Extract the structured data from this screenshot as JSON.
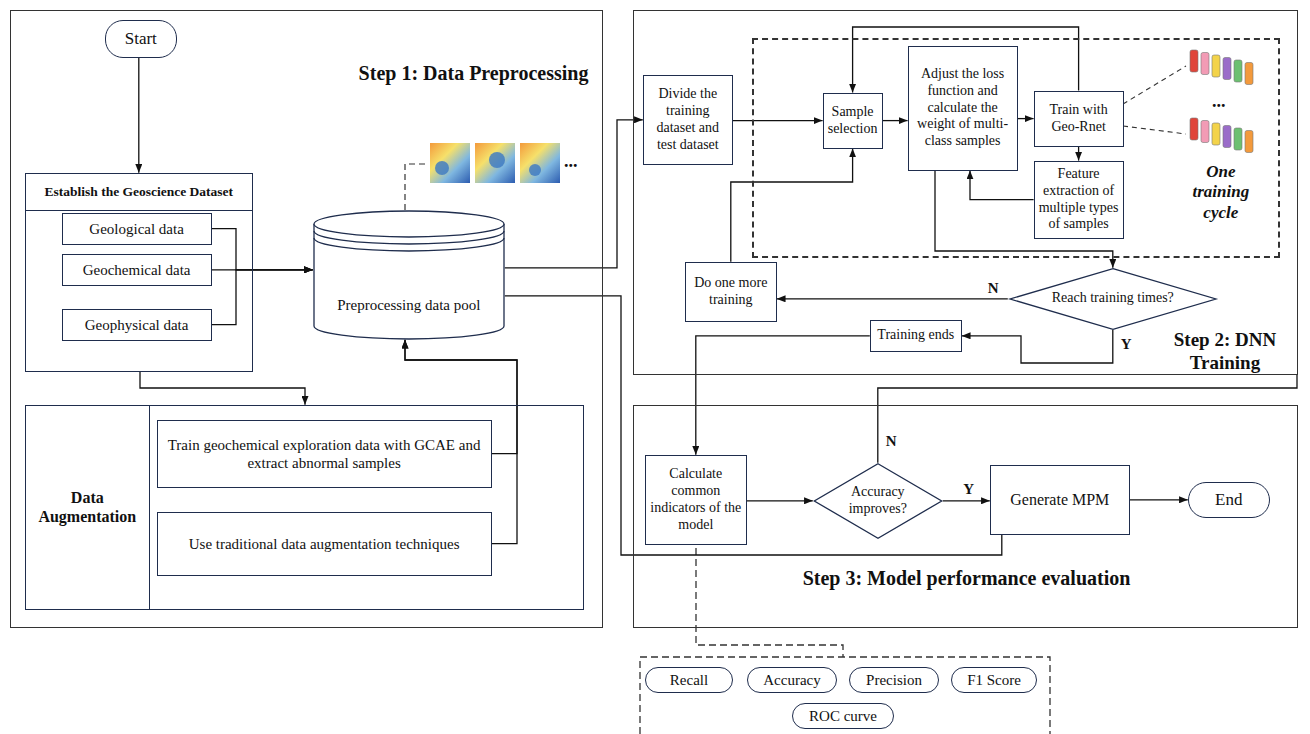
{
  "diagram": {
    "nodes": [
      {
        "text": [
          "Step 1: Data Preprocessing"
        ]
      },
      {
        "text": [
          "Start"
        ],
        "in": 0
      },
      {
        "text": [
          "Establish the Geoscience Dataset"
        ],
        "in": 0
      },
      {
        "text": [
          "Geological data"
        ],
        "in": 2
      },
      {
        "text": [
          "Geochemical data"
        ],
        "in": 2
      },
      {
        "text": [
          "Geophysical data"
        ],
        "in": 2
      },
      {
        "text": [
          "Preprocessing data pool"
        ],
        "in": 0
      },
      {
        "text": [
          "Data Augmentation"
        ],
        "in": 0
      },
      {
        "text": [
          "Train geochemical exploration data with GCAE and extract abnormal samples"
        ],
        "in": 7
      },
      {
        "text": [
          "Use traditional data augmentation techniques"
        ],
        "in": 7
      },
      {
        "text": [
          "Step 2: DNN Training"
        ]
      },
      {
        "text": [
          "One training cycle"
        ],
        "in": 10
      },
      {
        "text": [
          "Divide the training dataset and test dataset"
        ],
        "in": 10
      },
      {
        "text": [
          "Sample selection"
        ],
        "in": 11
      },
      {
        "text": [
          "Adjust the loss function and calculate the weight of multi-class samples"
        ],
        "in": 11
      },
      {
        "text": [
          "Train with Geo-Rnet"
        ],
        "in": 11
      },
      {
        "text": [
          "Feature extraction of multiple types of samples"
        ],
        "in": 11
      },
      {
        "text": [
          "Reach training times?"
        ],
        "in": 10
      },
      {
        "text": [
          "Do one more training"
        ],
        "in": 10
      },
      {
        "text": [
          "Training ends"
        ],
        "in": 10
      },
      {
        "text": [
          "Step 3: Model performance evaluation"
        ]
      },
      {
        "text": [
          "Calculate common indicators of the model"
        ],
        "in": 20
      },
      {
        "text": [
          "Accuracy improves?"
        ],
        "in": 20
      },
      {
        "text": [
          "Generate MPM"
        ],
        "in": 20
      },
      {
        "text": [
          "End"
        ],
        "in": 20
      },
      {
        "text": [
          "Recall"
        ]
      },
      {
        "text": [
          "Accuracy"
        ]
      },
      {
        "text": [
          "Precision"
        ]
      },
      {
        "text": [
          "F1 Score"
        ]
      },
      {
        "text": [
          "ROC curve"
        ]
      }
    ],
    "edges": [
      {
        "from": 1,
        "to": 2,
        "arrow": "to"
      },
      {
        "from": 3,
        "to": 6,
        "arrow": "to"
      },
      {
        "from": 4,
        "to": 6,
        "arrow": "to"
      },
      {
        "from": 5,
        "to": 6,
        "arrow": "to"
      },
      {
        "from": 2,
        "to": 7,
        "arrow": "to"
      },
      {
        "from": 8,
        "to": 6,
        "arrow": "to"
      },
      {
        "from": 9,
        "to": 6,
        "arrow": "to"
      },
      {
        "from": 6,
        "to": 12,
        "arrow": "to"
      },
      {
        "from": 12,
        "to": 13,
        "arrow": "to"
      },
      {
        "from": 13,
        "to": 14,
        "arrow": "to"
      },
      {
        "from": 14,
        "to": 15,
        "arrow": "to"
      },
      {
        "from": 15,
        "to": 16,
        "arrow": "to"
      },
      {
        "from": 16,
        "to": 14,
        "arrow": "to"
      },
      {
        "from": 15,
        "to": 13,
        "arrow": "to"
      },
      {
        "from": 14,
        "to": 17,
        "arrow": "to"
      },
      {
        "from": 17,
        "to": 18,
        "label": "N",
        "arrow": "to"
      },
      {
        "from": 18,
        "to": 13,
        "arrow": "to"
      },
      {
        "from": 17,
        "to": 19,
        "label": "Y",
        "arrow": "to"
      },
      {
        "from": 19,
        "to": 21,
        "arrow": "to"
      },
      {
        "from": 21,
        "to": 22,
        "arrow": "to"
      },
      {
        "from": 22,
        "to": 23,
        "label": "Y",
        "arrow": "to"
      },
      {
        "from": 22,
        "to": 10,
        "label": "N",
        "arrow": "none"
      },
      {
        "from": 23,
        "to": 24,
        "arrow": "to"
      },
      {
        "from": 6,
        "to": 23,
        "arrow": "none"
      }
    ],
    "labels": [
      "...",
      "..."
    ]
  }
}
